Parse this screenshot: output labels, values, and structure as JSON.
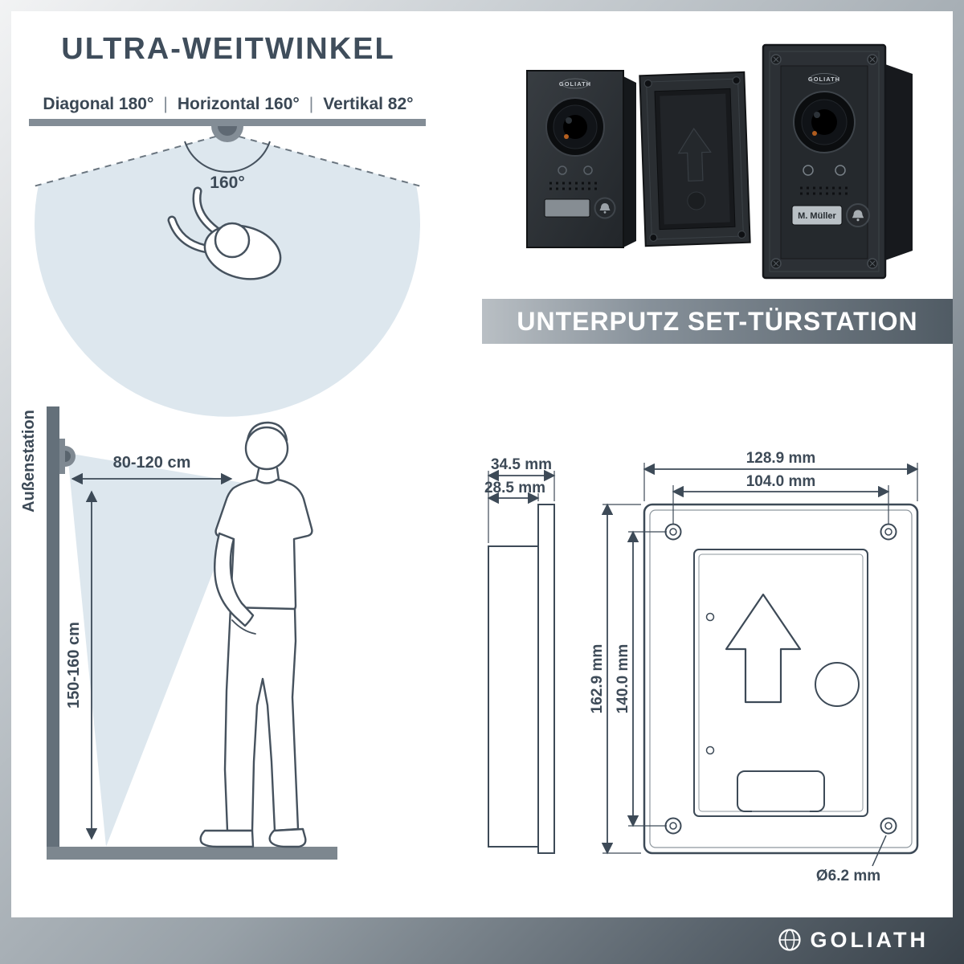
{
  "wide_angle": {
    "title": "ULTRA-WEITWINKEL",
    "spec_diagonal": "Diagonal 180°",
    "spec_horizontal": "Horizontal 160°",
    "spec_vertical": "Vertikal 82°",
    "separator": "|",
    "fov_label": "160°"
  },
  "product": {
    "banner": "UNTERPUTZ SET-TÜRSTATION",
    "device_brand": "GOLIATH",
    "nameplate": "M. Müller"
  },
  "mounting": {
    "station_label": "Außenstation",
    "distance_label": "80-120 cm",
    "height_label": "150-160 cm"
  },
  "dimensions": {
    "depth_total": "34.5 mm",
    "depth_box": "28.5 mm",
    "width_outer": "128.9 mm",
    "width_screws": "104.0 mm",
    "height_outer": "162.9 mm",
    "height_screws": "140.0 mm",
    "hole_diameter": "Ø6.2 mm"
  },
  "footer": {
    "logo_text": "GOLIATH"
  },
  "colors": {
    "slate_text": "#3d4a57",
    "light_blue": "#dde7ee",
    "bar_gray": "#838d96",
    "device_dark": "#2b2f34"
  }
}
